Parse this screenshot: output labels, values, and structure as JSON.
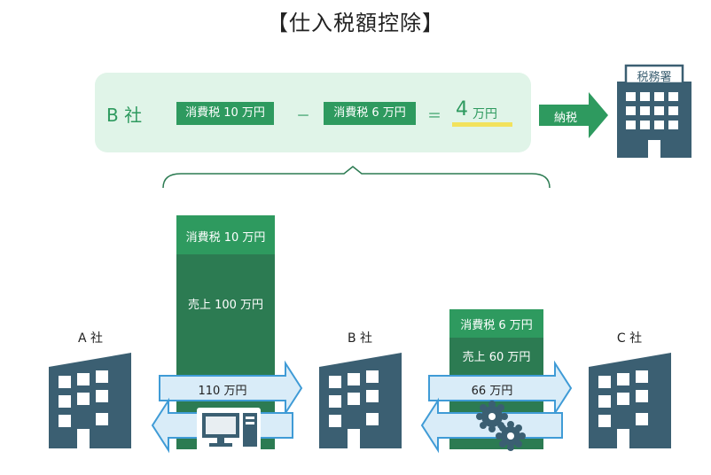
{
  "title": "【仕入税額控除】",
  "summary": {
    "company": "B 社",
    "chip_a": "消費税 10 万円",
    "minus": "－",
    "chip_b": "消費税 6 万円",
    "equals": "＝",
    "result_num": "4",
    "result_unit": "万円",
    "pay_label": "納税"
  },
  "tax_office": {
    "label": "税務署"
  },
  "companies": {
    "a": "A 社",
    "b": "B 社",
    "c": "C 社"
  },
  "flow_ab": {
    "tax": "消費税 10 万円",
    "sales": "売上 100 万円",
    "payment": "110 万円"
  },
  "flow_bc": {
    "tax": "消費税 6 万円",
    "sales": "売上 60 万円",
    "payment": "66 万円"
  },
  "colors": {
    "green_dark": "#2c7b52",
    "green_light": "#2e9a5f",
    "green_bg": "#e0f4e8",
    "building": "#3b5f72",
    "arrow_fill": "#d9ecf8",
    "arrow_stroke": "#3f9bd6",
    "highlight": "#f2e25c"
  }
}
